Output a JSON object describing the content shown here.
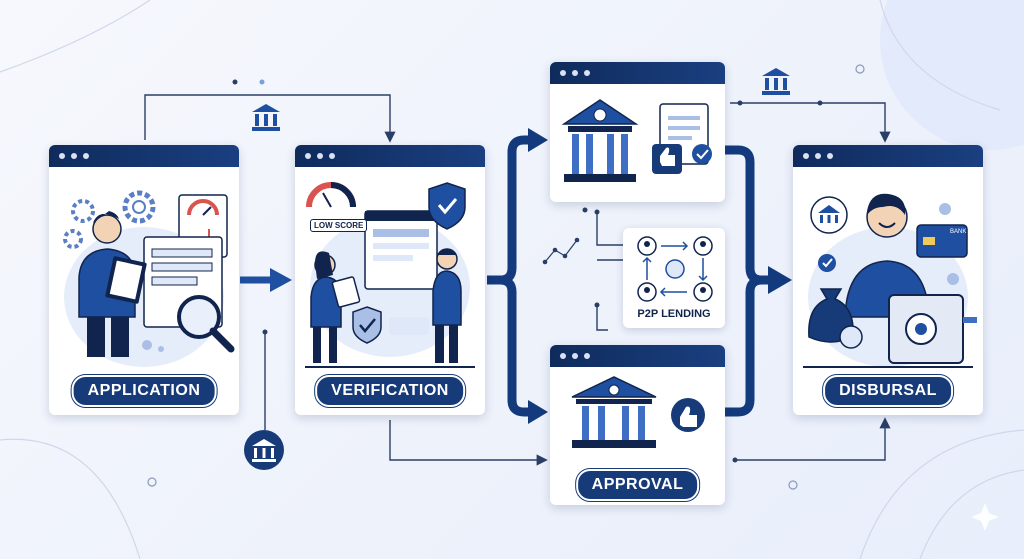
{
  "stages": [
    {
      "id": "application",
      "label": "APPLICATION"
    },
    {
      "id": "verification",
      "label": "VERIFICATION"
    },
    {
      "id": "approval",
      "label": "APPROVAL"
    },
    {
      "id": "disbursal",
      "label": "DISBURSAL"
    }
  ],
  "side_node": {
    "label": "P2P LENDING"
  },
  "annotations": {
    "low_score": "LOW SCORE",
    "bank_card": "BANK"
  },
  "colors": {
    "navy": "#10244d",
    "blue": "#1f4fa0",
    "accent": "#3f6fc4",
    "light": "#dfe8f8"
  }
}
